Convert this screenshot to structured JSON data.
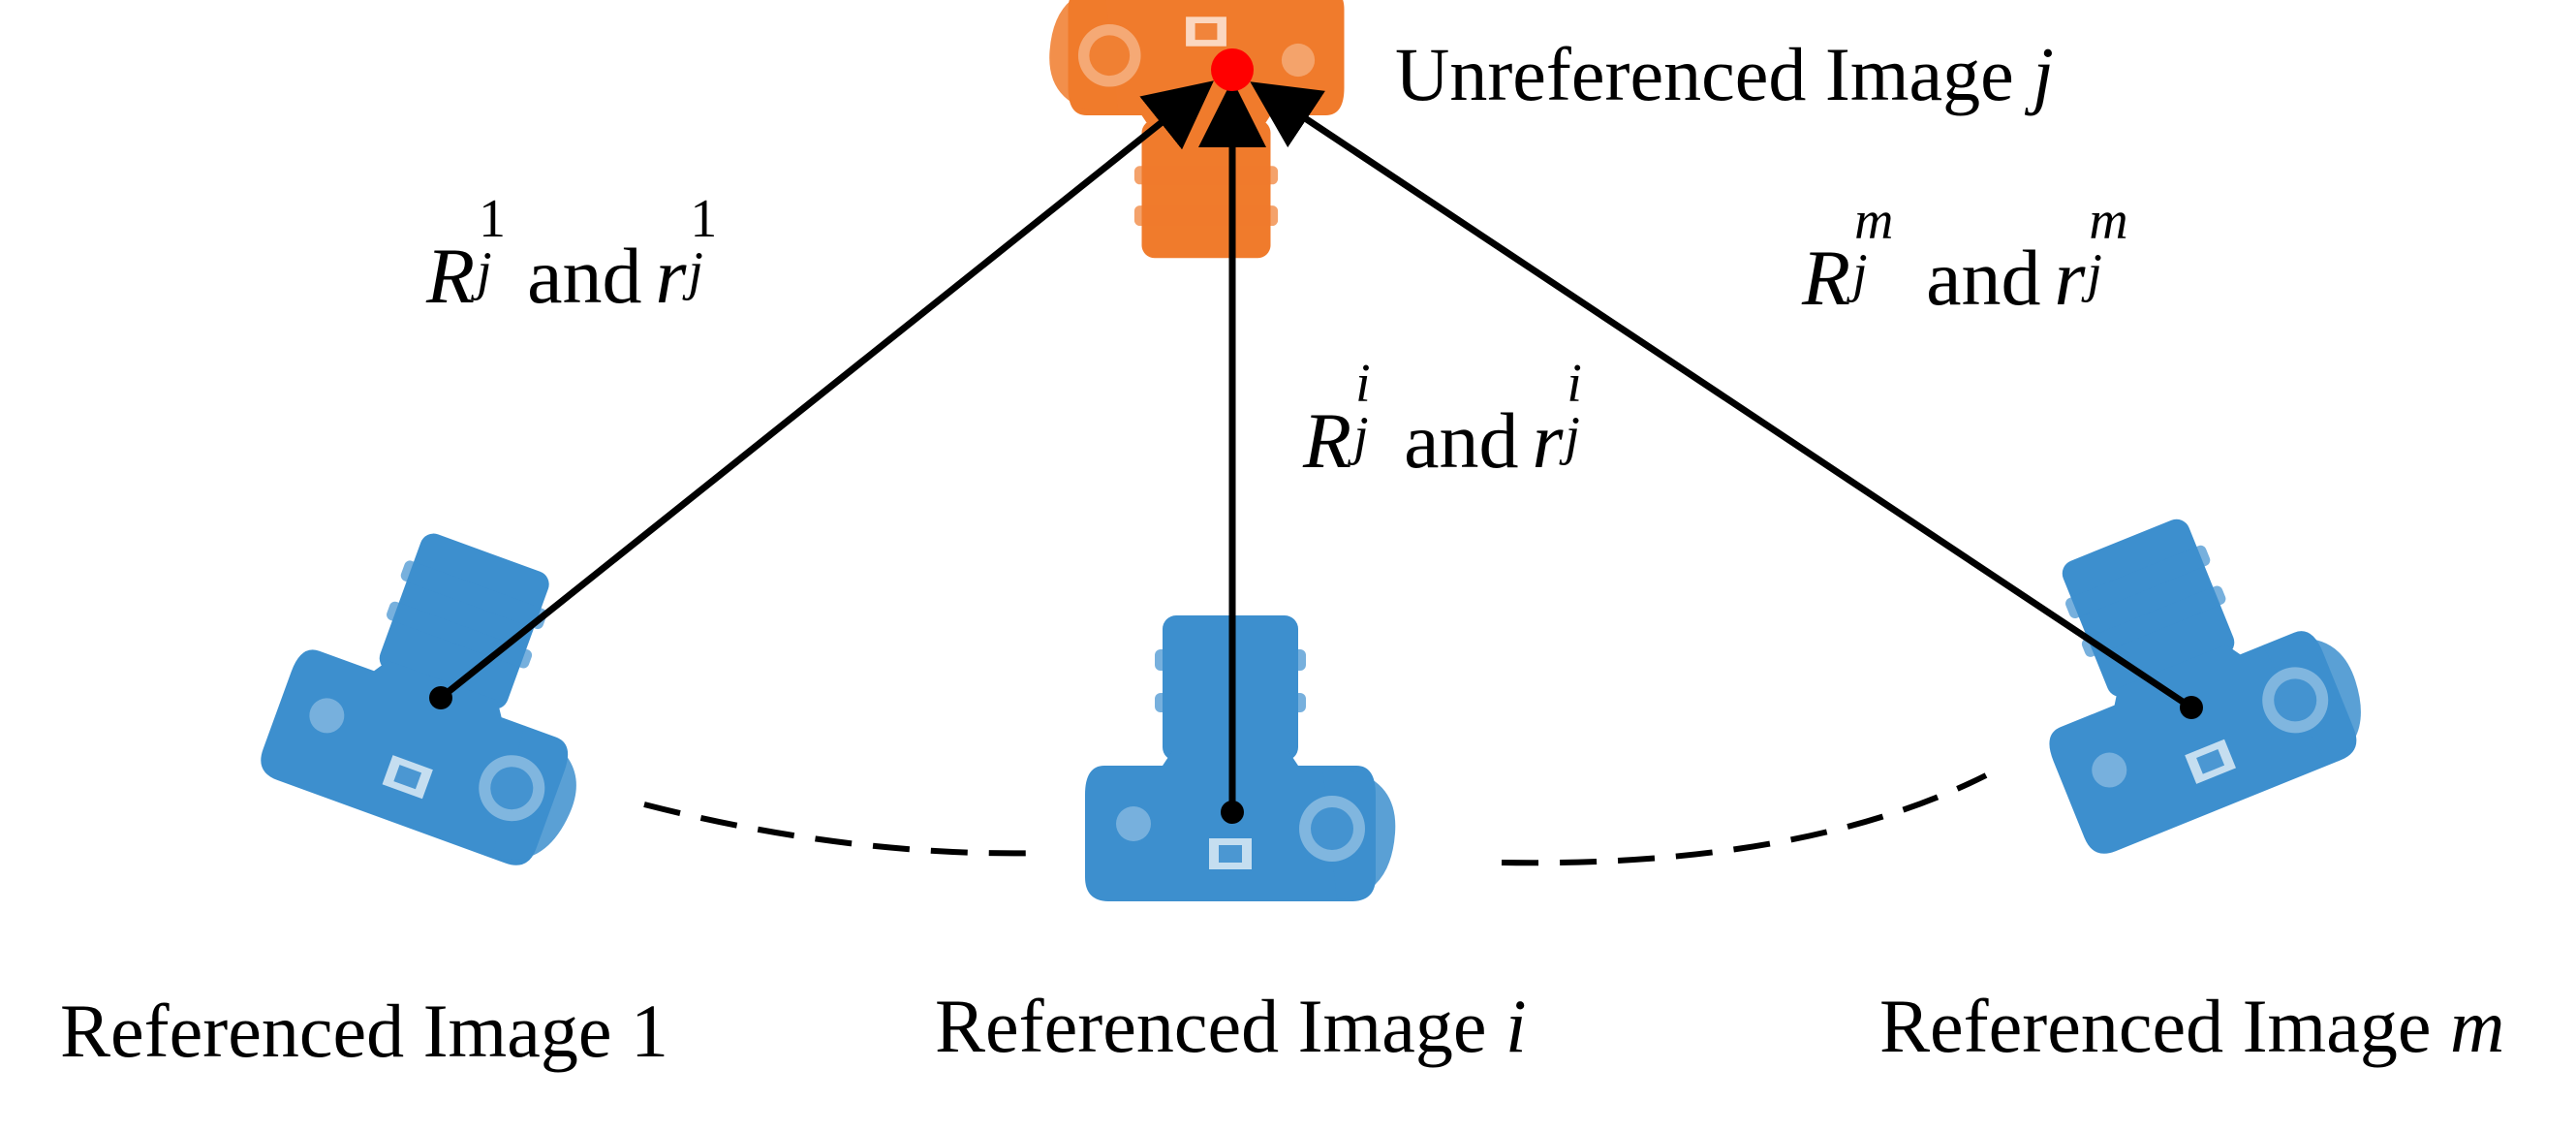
{
  "colors": {
    "unreferenced_camera": "#f07b2c",
    "referenced_camera": "#3d8fce",
    "target_point": "#ff0000",
    "arrow": "#000000"
  },
  "nodes": {
    "unreferenced": {
      "caption_prefix": "Unreferenced Image ",
      "caption_var": "j",
      "icon": "camera-icon"
    },
    "ref_1": {
      "caption_prefix": "Referenced Image ",
      "caption_var": "1",
      "icon": "camera-icon"
    },
    "ref_i": {
      "caption_prefix": "Referenced Image ",
      "caption_var": "i",
      "icon": "camera-icon"
    },
    "ref_m": {
      "caption_prefix": "Referenced Image ",
      "caption_var": "m",
      "icon": "camera-icon"
    }
  },
  "edges": {
    "e1": {
      "R": "R",
      "r": "r",
      "sub": "j",
      "sup": "1",
      "conj": "and",
      "from": "ref_1",
      "to": "unreferenced"
    },
    "ei": {
      "R": "R",
      "r": "r",
      "sub": "j",
      "sup": "i",
      "conj": "and",
      "from": "ref_i",
      "to": "unreferenced"
    },
    "em": {
      "R": "R",
      "r": "r",
      "sub": "j",
      "sup": "m",
      "conj": "and",
      "from": "ref_m",
      "to": "unreferenced"
    }
  }
}
